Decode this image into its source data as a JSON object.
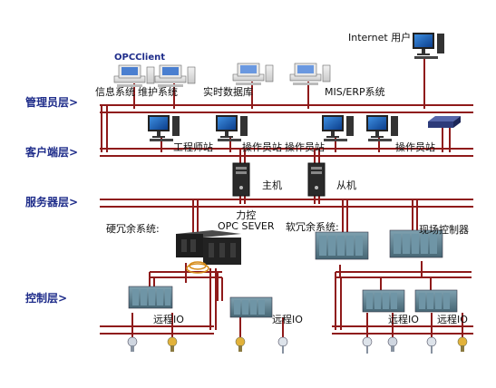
{
  "layers": {
    "admin": "管理员层>",
    "client": "客户端层>",
    "server": "服务器层>",
    "control": "控制层>"
  },
  "top": {
    "opc_client": "OPCClient",
    "internet_user": "Internet 用户"
  },
  "admin_nodes": {
    "info_system": "信息系统",
    "maintenance_system": "维护系统",
    "realtime_db": "实时数据库",
    "mis_erp": "MIS/ERP系统"
  },
  "client_nodes": {
    "engineer_station": "工程师站",
    "operator_station_1": "操作员站",
    "operator_station_2": "操作员站",
    "operator_station_3": "操作员站"
  },
  "server_nodes": {
    "master": "主机",
    "slave": "从机"
  },
  "control_nodes": {
    "hw_redundancy": "硬冗余系统:",
    "liko_opc": "力控\nOPC SEVER",
    "sw_redundancy": "软冗余系统:",
    "field_controller": "现场控制器",
    "remote_io_1": "远程IO",
    "remote_io_2": "远程IO",
    "remote_io_3": "远程IO",
    "remote_io_4": "远程IO"
  },
  "colors": {
    "bus_red": "#8f1a1a",
    "layer_text": "#1e2c8a"
  }
}
